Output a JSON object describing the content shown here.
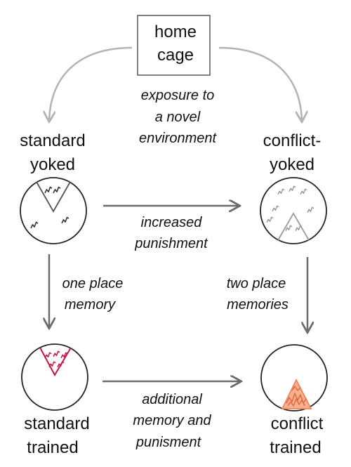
{
  "nodes": {
    "home": {
      "line1": "home",
      "line2": "cage"
    },
    "standard_yoked": {
      "line1": "standard",
      "line2": "yoked"
    },
    "conflict_yoked": {
      "line1": "conflict-",
      "line2": "yoked"
    },
    "standard_trained": {
      "line1": "standard",
      "line2": "trained"
    },
    "conflict_trained": {
      "line1": "conflict",
      "line2": "trained"
    }
  },
  "edges": {
    "exposure": {
      "line1": "exposure to",
      "line2": "a novel",
      "line3": "environment"
    },
    "increased": {
      "line1": "increased",
      "line2": "punishment"
    },
    "one_place": {
      "line1": "one place",
      "line2": "memory"
    },
    "two_place": {
      "line1": "two place",
      "line2": "memories"
    },
    "additional": {
      "line1": "additional",
      "line2": "memory and",
      "line3": "punisment"
    }
  },
  "colors": {
    "arrow_light": "#b3b3b3",
    "arrow_dark": "#6b6b6b",
    "shock_dark": "#3a3a3a",
    "shock_light": "#9a9a9a",
    "trained_red": "#c8143c",
    "conflict_orange": "#f0845a"
  }
}
